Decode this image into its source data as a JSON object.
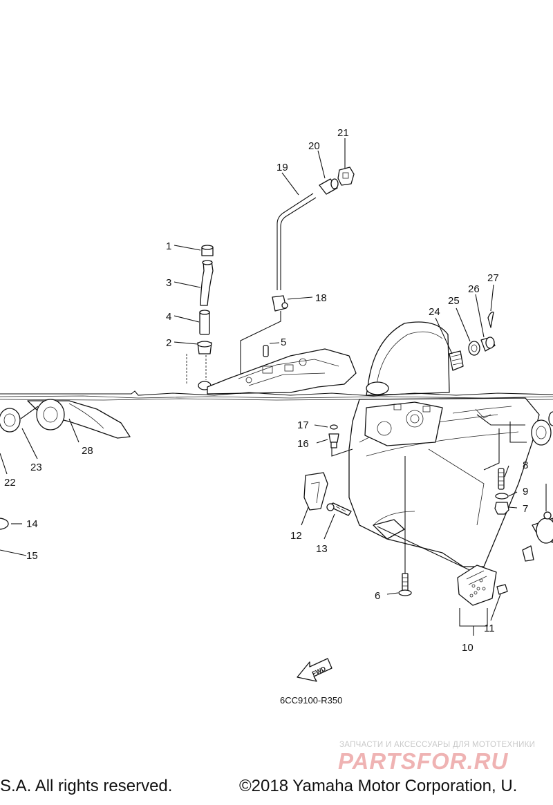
{
  "diagram": {
    "code": "6CC9100-R350",
    "direction_label": "FWD",
    "callouts": {
      "p1": "1",
      "p2": "2",
      "p3": "3",
      "p4": "4",
      "p5": "5",
      "p6": "6",
      "p7": "7",
      "p8": "8",
      "p9": "9",
      "p10": "10",
      "p11": "11",
      "p12": "12",
      "p13": "13",
      "p14": "14",
      "p15": "15",
      "p16": "16",
      "p17": "17",
      "p18": "18",
      "p19": "19",
      "p20": "20",
      "p21": "21",
      "p22": "22",
      "p23": "23",
      "p24": "24",
      "p25": "25",
      "p26": "26",
      "p27": "27",
      "p28": "28"
    }
  },
  "footer": {
    "left": "S.A. All rights reserved.",
    "right": "©2018 Yamaha Motor Corporation, U."
  },
  "watermark": {
    "subtitle": "ЗАПЧАСТИ И АКСЕССУАРЫ ДЛЯ МОТОТЕХНИКИ",
    "brand": "PARTSFOR.RU"
  }
}
